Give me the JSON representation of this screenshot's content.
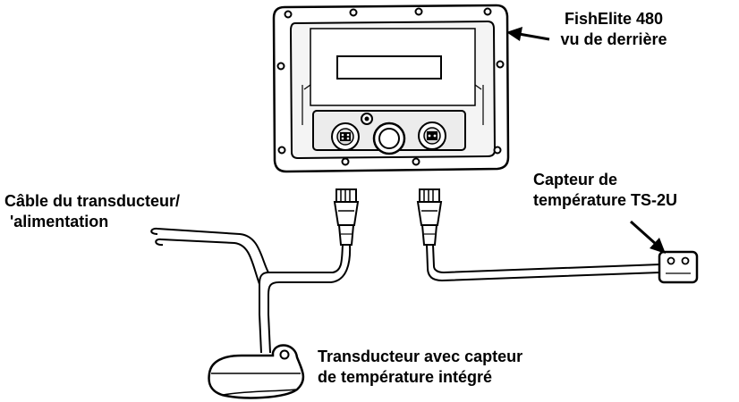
{
  "labels": {
    "unit": {
      "line1": "FishElite 480",
      "line2": "vu de derrière"
    },
    "cable": {
      "line1": "Câble du transducteur/",
      "line2": "'alimentation"
    },
    "temp_sensor": {
      "line1": "Capteur de",
      "line2": "température TS-2U"
    },
    "transducer": {
      "line1": "Transducteur avec capteur",
      "line2": "de température intégré"
    }
  },
  "colors": {
    "ink": "#000000",
    "paper": "#ffffff",
    "shade": "#e6e6e6"
  },
  "icons": {
    "unit": "display-unit-rear-view-icon",
    "plug": "connector-plug-icon",
    "temp_sensor": "temperature-sensor-icon",
    "transducer": "transducer-icon"
  }
}
